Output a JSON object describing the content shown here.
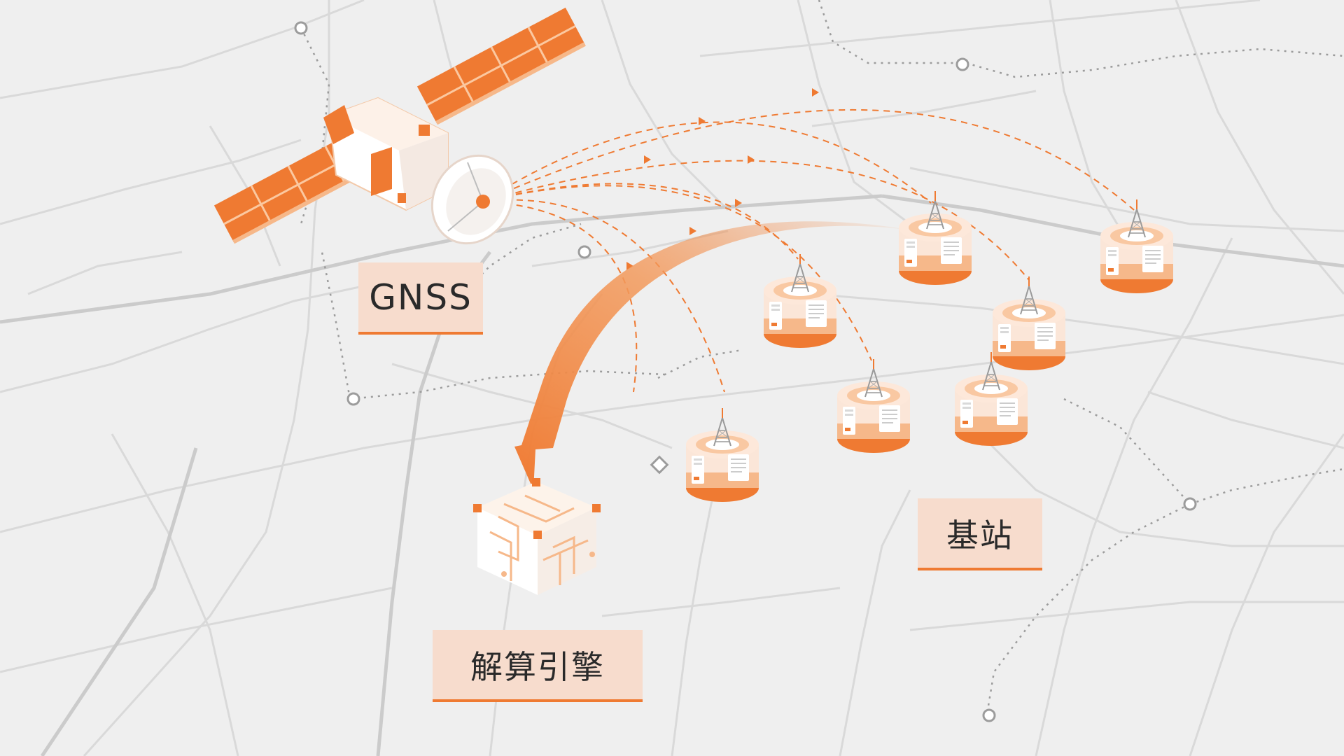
{
  "labels": {
    "gnss": "GNSS",
    "base_station": "基站",
    "engine": "解算引擎"
  },
  "colors": {
    "background": "#efefef",
    "road": "#d8d8d8",
    "road_major": "#cdcdcd",
    "accent": "#ef7a32",
    "accent_light": "#f8b57d",
    "label_bg": "#f7dccd"
  },
  "icons": {
    "satellite": "satellite-icon",
    "base_station": "base-station-icon",
    "engine": "engine-cube-icon"
  }
}
